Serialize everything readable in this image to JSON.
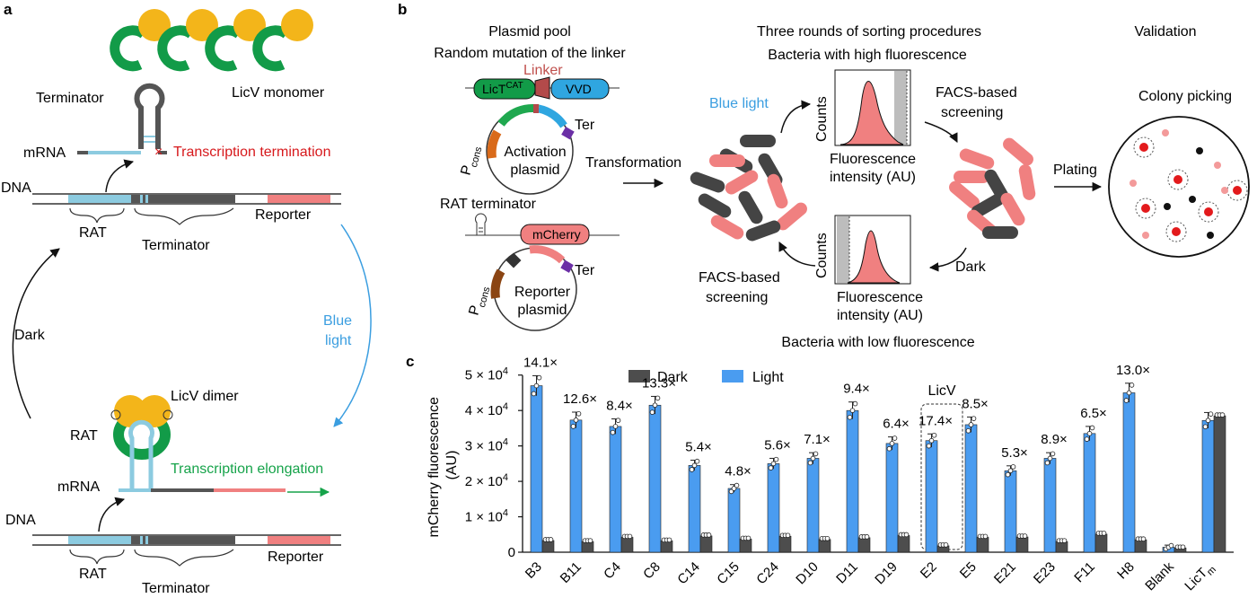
{
  "panel_a": {
    "label": "a",
    "licv_monomer": "LicV monomer",
    "terminator": "Terminator",
    "mrna": "mRNA",
    "transcription_termination": "Transcription termination",
    "dna": "DNA",
    "rat": "RAT",
    "terminator_bracket": "Terminator",
    "reporter": "Reporter",
    "dark": "Dark",
    "blue": "Blue",
    "light": "light",
    "licv_dimer": "LicV dimer",
    "rat_bottom": "RAT",
    "mrna_bottom": "mRNA",
    "transcription_elongation": "Transcription elongation",
    "dna_bottom": "DNA",
    "rat_bottom2": "RAT",
    "terminator_bottom": "Terminator",
    "reporter_bottom": "Reporter",
    "colors": {
      "gold": "#f3b51a",
      "green": "#129b48",
      "blue_rna": "#8ccbe0",
      "termination_red": "#d7191c",
      "elongation_green": "#16a34a",
      "blue_light": "#3b9ee0",
      "reporter_pink": "#f08080"
    }
  },
  "panel_b": {
    "label": "b",
    "plasmid_pool": "Plasmid pool",
    "random_mutation": "Random mutation of the linker",
    "linker": "Linker",
    "lict": "LicT",
    "lict_sup": "CAT",
    "vvd": "VVD",
    "ter": "Ter",
    "p": "P",
    "cons": "cons",
    "activation": "Activation",
    "plasmid": "plasmid",
    "rat_terminator": "RAT terminator",
    "mcherry": "mCherry",
    "ter2": "Ter",
    "p2": "P",
    "cons2": "cons",
    "reporter": "Reporter",
    "plasmid2": "plasmid",
    "transformation": "Transformation",
    "three_rounds": "Three rounds of sorting procedures",
    "high_fluorescence": "Bacteria with high fluorescence",
    "blue_light": "Blue light",
    "counts": "Counts",
    "fluorescence": "Fluorescence",
    "intensity": "intensity (AU)",
    "facs_screening_1": "FACS-based",
    "screening_1": "screening",
    "dark": "Dark",
    "counts2": "Counts",
    "fluorescence2": "Fluorescence",
    "intensity2": "intensity (AU)",
    "facs_screening_2": "FACS-based",
    "screening_2": "screening",
    "low_fluorescence": "Bacteria with low fluorescence",
    "plating": "Plating",
    "validation": "Validation",
    "colony_picking": "Colony picking"
  },
  "panel_c": {
    "label": "c",
    "legend_dark": "Dark",
    "legend_light": "Light",
    "licv_box_label": "LicV"
  },
  "chart_data": {
    "type": "bar",
    "ylabel": "mCherry fluorescence (AU)",
    "ylabel_line1": "mCherry fluorescence",
    "ylabel_line2": "(AU)",
    "ylim": [
      0,
      55000
    ],
    "yticks": [
      0,
      10000,
      20000,
      30000,
      40000,
      50000
    ],
    "ytick_labels": [
      "0",
      "1 × 10",
      "2 × 10",
      "3 × 10",
      "4 × 10",
      "5 × 10"
    ],
    "ytick_exp": "4",
    "categories": [
      "B3",
      "B11",
      "C4",
      "C8",
      "C14",
      "C15",
      "C24",
      "D10",
      "D11",
      "D19",
      "E2",
      "E5",
      "E21",
      "E23",
      "F11",
      "H8",
      "Blank",
      "LicT"
    ],
    "last_category_subscript": "m",
    "series": [
      {
        "name": "Dark",
        "color": "#4d4d4d",
        "values": [
          3300,
          3000,
          4200,
          3200,
          4600,
          3700,
          4500,
          3600,
          4100,
          4700,
          1800,
          4200,
          4300,
          3000,
          5100,
          3500,
          1200,
          38500
        ]
      },
      {
        "name": "Light",
        "color": "#4a9cf0",
        "values": [
          47000,
          37300,
          35500,
          41500,
          24500,
          18000,
          25000,
          26500,
          40000,
          30700,
          31500,
          36000,
          23000,
          26500,
          33500,
          45000,
          1400,
          37200
        ]
      }
    ],
    "fold_labels": [
      "14.1×",
      "12.6×",
      "8.4×",
      "13.3×",
      "5.4×",
      "4.8×",
      "5.6×",
      "7.1×",
      "9.4×",
      "6.4×",
      "17.4×",
      "8.5×",
      "5.3×",
      "8.9×",
      "6.5×",
      "13.0×",
      "",
      ""
    ]
  }
}
